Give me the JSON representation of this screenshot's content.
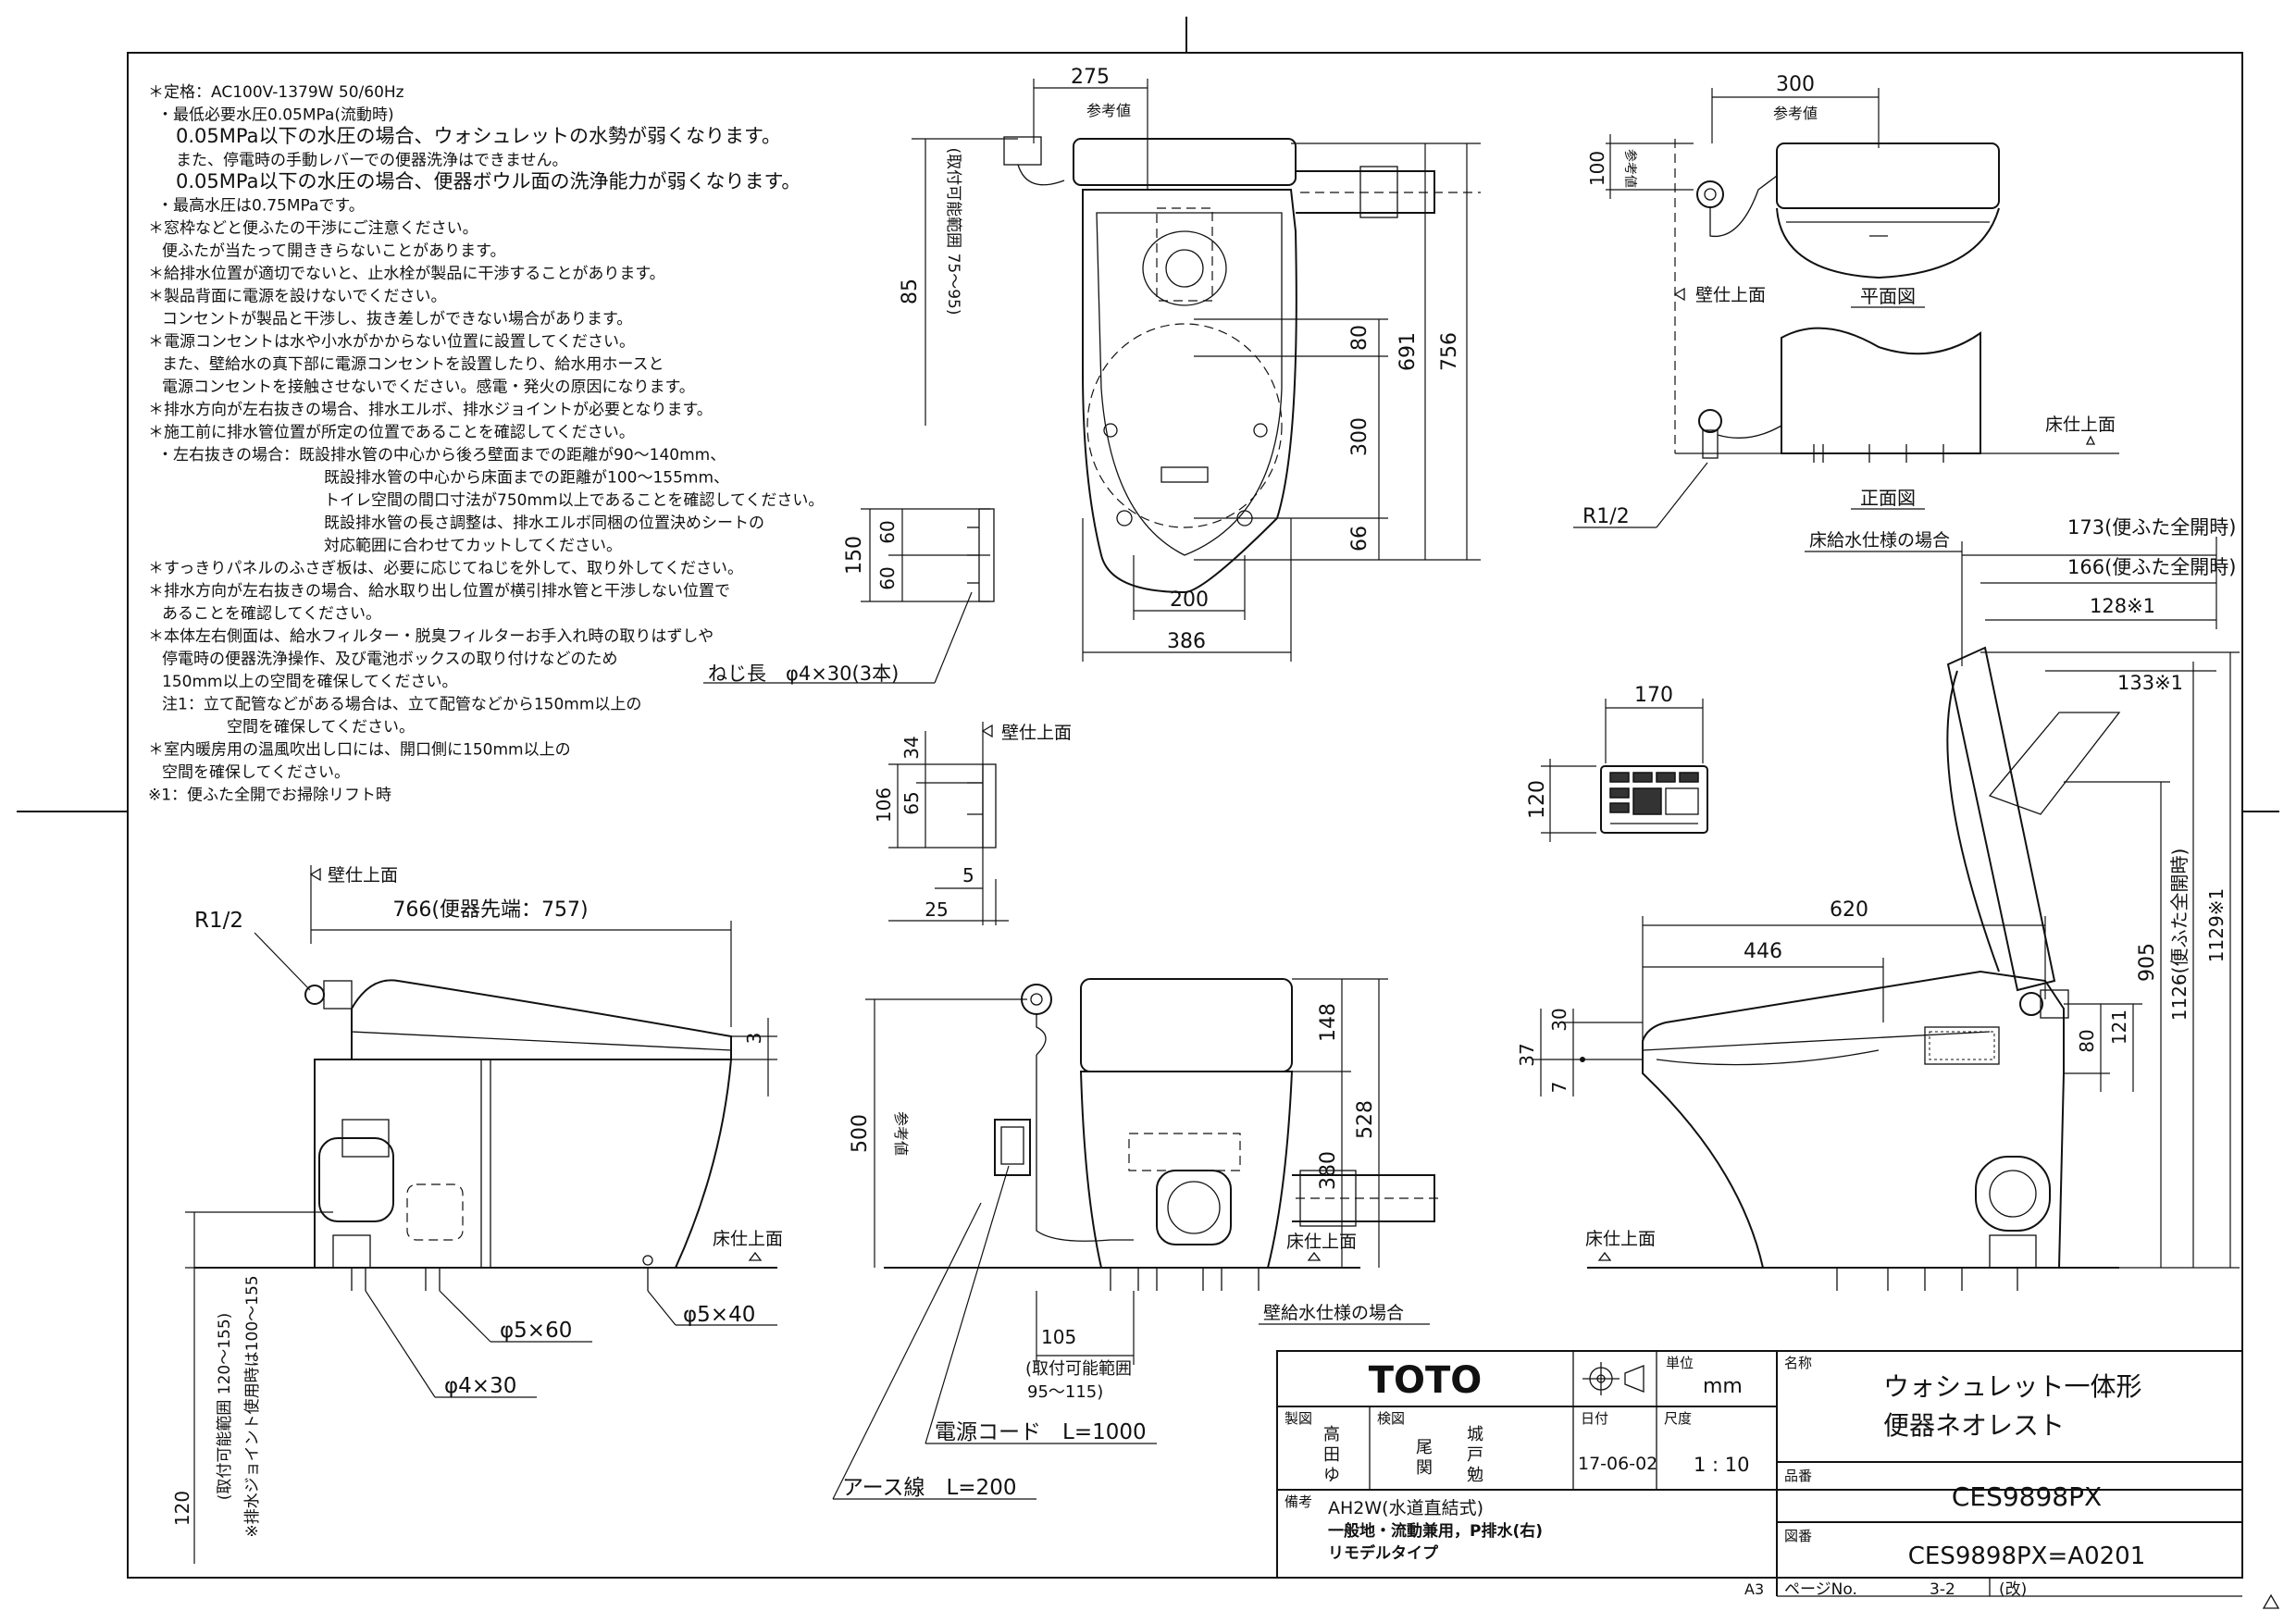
{
  "notes": [
    "＊定格：AC100V-1379W 50/60Hz",
    "・最低必要水圧0.05MPa(流動時)",
    "0.05MPa以下の水圧の場合、ウォシュレットの水勢が弱くなります。",
    "また、停電時の手動レバーでの便器洗浄はできません。",
    "0.05MPa以下の水圧の場合、便器ボウル面の洗浄能力が弱くなります。",
    "・最高水圧は0.75MPaです。",
    "＊窓枠などと便ふたの干渉にご注意ください。",
    "便ふたが当たって開ききらないことがあります。",
    "＊給排水位置が適切でないと、止水栓が製品に干渉することがあります。",
    "＊製品背面に電源を設けないでください。",
    "コンセントが製品と干渉し、抜き差しができない場合があります。",
    "＊電源コンセントは水や小水がかからない位置に設置してください。",
    "また、壁給水の真下部に電源コンセントを設置したり、給水用ホースと",
    "電源コンセントを接触させないでください。感電・発火の原因になります。",
    "＊排水方向が左右抜きの場合、排水エルボ、排水ジョイントが必要となります。",
    "＊施工前に排水管位置が所定の位置であることを確認してください。",
    "・左右抜きの場合：既設排水管の中心から後ろ壁面までの距離が90～140mm、",
    "既設排水管の中心から床面までの距離が100～155mm、",
    "トイレ空間の間口寸法が750mm以上であることを確認してください。",
    "既設排水管の長さ調整は、排水エルボ同梱の位置決めシートの",
    "対応範囲に合わせてカットしてください。",
    "＊すっきりパネルのふさぎ板は、必要に応じてねじを外して、取り外してください。",
    "＊排水方向が左右抜きの場合、給水取り出し位置が横引排水管と干渉しない位置で",
    "あることを確認してください。",
    "＊本体左右側面は、給水フィルター・脱臭フィルターお手入れ時の取りはずしや",
    "停電時の便器洗浄操作、及び電池ボックスの取り付けなどのため",
    "150mm以上の空間を確保してください。",
    "注1：立て配管などがある場合は、立て配管などから150mm以上の",
    "空間を確保してください。",
    "＊室内暖房用の温風吹出し口には、開口側に150mm以上の",
    "空間を確保してください。",
    "※1：便ふた全開でお掃除リフト時"
  ],
  "labels": {
    "kabe_top": "壁仕上面",
    "yuka_top": "床仕上面",
    "heimenzu": "平面図",
    "shomenzu": "正面図",
    "r12": "R1/2",
    "yuka_kyusui": "床給水仕様の場合",
    "kabe_kyusui": "壁給水仕様の場合",
    "sankouchi": "参考値",
    "torituke_75_95": "(取付可能範囲 75～95)",
    "neji": "ねじ長　φ4×30(3本)",
    "phi560": "φ5×60",
    "phi540": "φ5×40",
    "phi430": "φ4×30",
    "dengen": "電源コード　L=1000",
    "earth": "アース線　L=200",
    "torituke_95_115": "(取付可能範囲",
    "range_95_115": "95～115)",
    "torituke_120_155": "(取付可能範囲 120～155)",
    "joint_100_155": "※排水ジョイント使用時は100～155",
    "benki_sentan": "766(便器先端：757)"
  },
  "dims": {
    "d275": "275",
    "d300t": "300",
    "d100": "100",
    "d85": "85",
    "d691": "691",
    "d756": "756",
    "d80a": "80",
    "d300": "300",
    "d66": "66",
    "d200": "200",
    "d386": "386",
    "d150": "150",
    "d60a": "60",
    "d60b": "60",
    "d34": "34",
    "d65": "65",
    "d106": "106",
    "d5": "5",
    "d25": "25",
    "d170": "170",
    "d120a": "120",
    "d620": "620",
    "d446": "446",
    "d148": "148",
    "d380": "380",
    "d528": "528",
    "d500": "500",
    "d3": "3",
    "d105": "105",
    "d30": "30",
    "d37": "37",
    "d7": "7",
    "d80b": "80",
    "d121": "121",
    "d905": "905",
    "d1126": "1126(便ふた全開時)",
    "d1129": "1129※1",
    "d173": "173(便ふた全開時)",
    "d166": "166(便ふた全開時)",
    "d128": "128※1",
    "d133": "133※1",
    "d120b": "120"
  },
  "title_block": {
    "brand": "TOTO",
    "tani_label": "単位",
    "tani": "mm",
    "seizu_label": "製図",
    "seizu_names": [
      "高",
      "田",
      "ゆ"
    ],
    "kenzu_label": "検図",
    "kenzu_names": [
      "尾",
      "関",
      "城",
      "戸",
      "勉"
    ],
    "hizuke_label": "日付",
    "hizuke": "17-06-02",
    "shakudo_label": "尺度",
    "shakudo": "1 : 10",
    "meisho_label": "名称",
    "meisho1": "ウォシュレット一体形",
    "meisho2": "便器ネオレスト",
    "hinban_label": "品番",
    "hinban": "CES9898PX",
    "zuban_label": "図番",
    "zuban": "CES9898PX=A0201",
    "biko_label": "備考",
    "biko1": "AH2W(水道直結式)",
    "biko2": "一般地・流動兼用，P排水(右)",
    "biko3": "リモデルタイプ",
    "sheet": "A3",
    "page_label": "ページNo.",
    "page": "3-2",
    "kai": "(改)"
  }
}
